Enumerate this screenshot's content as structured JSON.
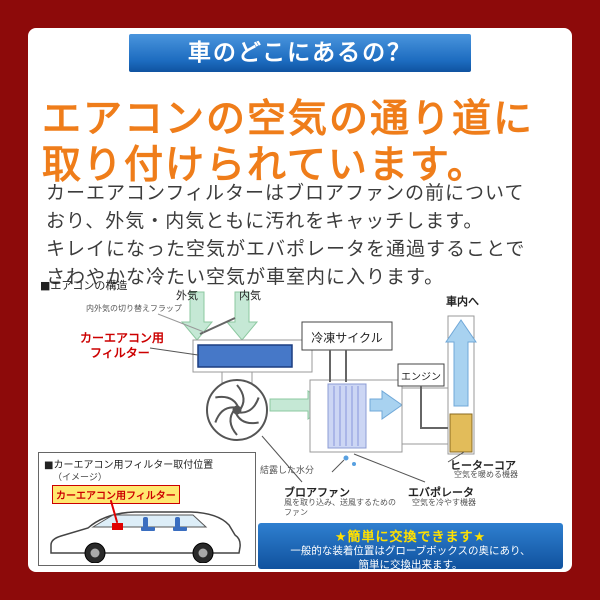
{
  "banner": {
    "label": "車のどこにあるの？"
  },
  "heading": {
    "line1": "エアコンの空気の通り道に",
    "line2": "取り付けられています。"
  },
  "intro": {
    "lines": [
      "カーエアコンフィルターはブロアファンの前について",
      "おり、外気・内気ともに汚れをキャッチします。",
      "キレイになった空気がエバポレータを通過することで",
      "さわやかな冷たい空気が車室内に入ります。"
    ]
  },
  "diagram": {
    "title": "■エアコンの構造",
    "outside_air": "外気",
    "inside_air": "内気",
    "flap_note": "内外気の切り替えフラップ",
    "filter_line1": "カーエアコン用",
    "filter_line2": "フィルター",
    "refrigeration_cycle": "冷凍サイクル",
    "engine": "エンジン",
    "to_cabin": "車内へ",
    "condensation": "結露した水分",
    "blower_fan": "ブロアファン",
    "blower_fan_note": "風を取り込み、送風するためのファン",
    "evaporator": "エバポレータ",
    "evaporator_note": "空気を冷やす機器",
    "heater_core": "ヒーターコア",
    "heater_core_note": "空気を暖める機器"
  },
  "mount": {
    "title": "■カーエアコン用フィルター取付位置",
    "subtitle": "（イメージ）",
    "tag": "カーエアコン用フィルター"
  },
  "replace": {
    "line1": "★簡単に交換できます★",
    "line2": "一般的な装着位置はグローブボックスの奥にあり、",
    "line3": "簡単に交換出来ます。"
  },
  "colors": {
    "frame": "#8d0a0a",
    "banner_blue": "#1d6cc0",
    "heading_orange": "#ef7d1a",
    "accent_red": "#cc0000"
  }
}
